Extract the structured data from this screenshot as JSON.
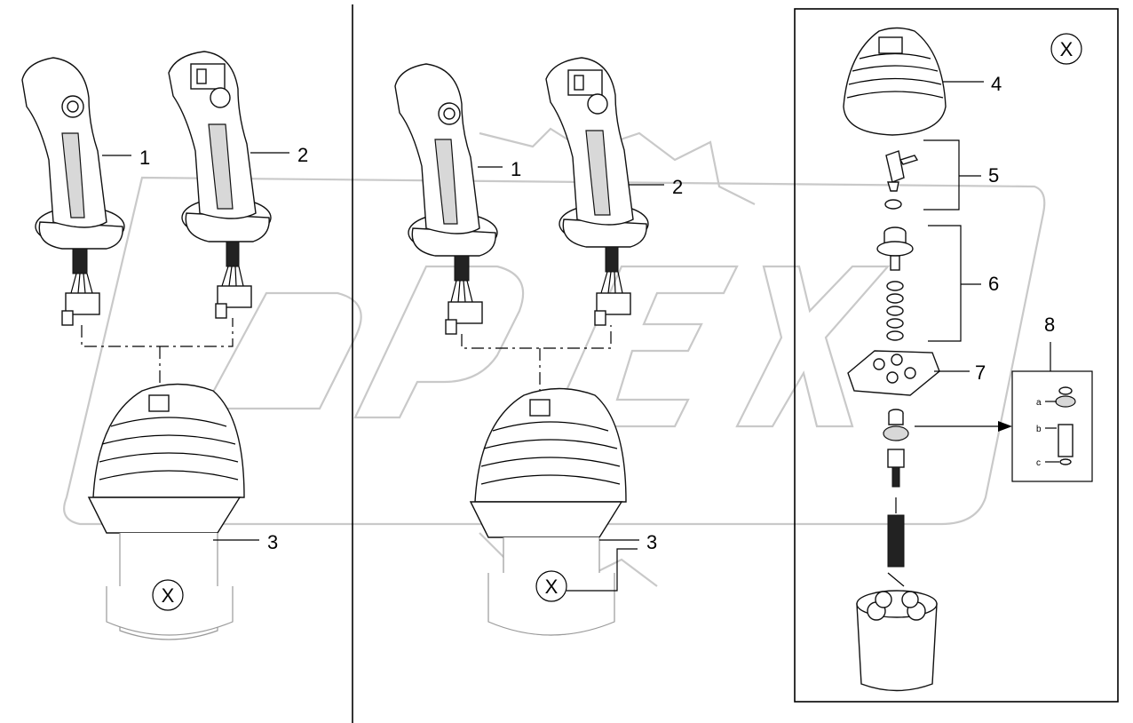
{
  "diagram": {
    "section_marker": "X",
    "left_panel": {
      "labels": [
        "1",
        "2",
        "3"
      ],
      "marker": "X"
    },
    "middle_panel": {
      "labels": [
        "1",
        "2",
        "3"
      ],
      "marker": "X"
    },
    "right_panel": {
      "marker": "X",
      "labels": [
        "4",
        "5",
        "6",
        "7",
        "8"
      ],
      "detail_8": {
        "label": "8",
        "sub_labels": [
          "a",
          "b",
          "c"
        ]
      }
    },
    "watermark_text": "OPEX"
  }
}
